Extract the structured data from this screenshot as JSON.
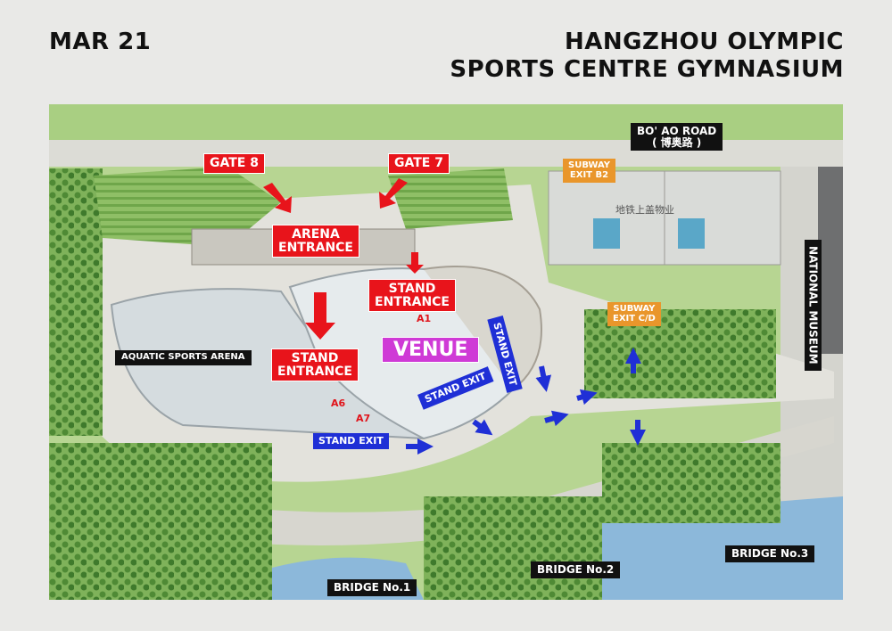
{
  "header": {
    "date": "MAR 21",
    "title_line1": "HANGZHOU OLYMPIC",
    "title_line2": "SPORTS CENTRE GYMNASIUM"
  },
  "map": {
    "gates": [
      "GATE 8",
      "GATE 7"
    ],
    "arena_entrance": [
      "ARENA",
      "ENTRANCE"
    ],
    "stand_entrance": [
      "STAND",
      "ENTRANCE"
    ],
    "venue": "VENUE",
    "seat_blocks": [
      "A1",
      "A6",
      "A7"
    ],
    "stand_exit": "STAND EXIT",
    "subway_exit_b2": [
      "SUBWAY",
      "EXIT B2"
    ],
    "subway_exit_cd": [
      "SUBWAY",
      "EXIT C/D"
    ],
    "road": [
      "BO' AO ROAD",
      "( 博奥路 )"
    ],
    "national_museum": "NATIONAL MUSEUM",
    "aquatic_arena": "AQUATIC SPORTS ARENA",
    "bridges": [
      "BRIDGE No.1",
      "BRIDGE No.2",
      "BRIDGE No.3"
    ],
    "building_sign": "地铁上盖物业",
    "colors": {
      "entrance_red": "#e8141b",
      "exit_blue": "#1f2fd6",
      "subway_orange": "#e9962b",
      "venue_magenta": "#cf3ad6"
    }
  }
}
